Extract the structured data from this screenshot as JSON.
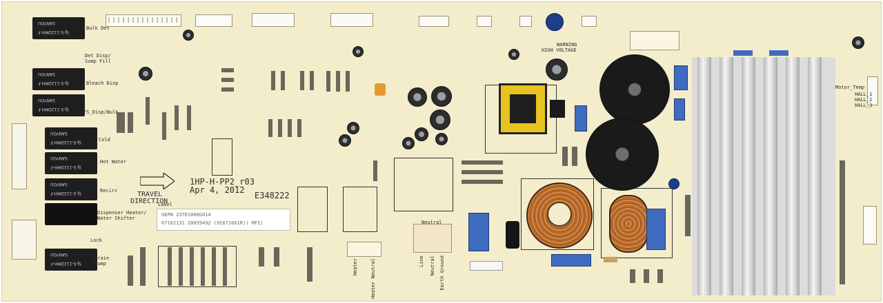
{
  "board": {
    "part_number": "1HP-H-PP2_r03",
    "date": "Apr 4, 2012",
    "code": "E348222",
    "travel_direction": [
      "TRAVEL",
      "DIRECTION"
    ],
    "warning": [
      "WARNING",
      "HIGH VOLTAGE"
    ],
    "label_heading": "Label",
    "sticker_line1": "GEPN 237D1060G014",
    "sticker_line2": "67162131 20059492     (91671661R)(  MFI)"
  },
  "left_labels": {
    "bulk_det": "Bulk Det",
    "det_disp": "Det Disp/",
    "sump_fill": "Sump Fill",
    "bleach_disp": "Bleach Disp",
    "fs_disp": "FS_Disp/Bulk",
    "cold_water": "Cold",
    "hot_water": "Hot Water",
    "recirc": "Recirc",
    "dispenser_heater": "Dispenser Heater/",
    "water_shifter": "Water Shifter",
    "lock": "Lock",
    "drain_pump": "Drain",
    "drain_pump2": "Pump"
  },
  "bottom_labels": {
    "heater": "Heater",
    "heater_neutral": "Heater Neutral",
    "line": "Line",
    "neutral": "Neutral",
    "earth_ground": "Earth Ground",
    "neutral_top": "Neutral"
  },
  "right_labels": {
    "motor_temp": "Motor_Temp",
    "hall1": "HALL_1",
    "hall2": "HALL_2",
    "hall3": "HALL_3"
  },
  "relay_brand": "SANYOU",
  "relay_model": "SJ-S-112DMH-F"
}
